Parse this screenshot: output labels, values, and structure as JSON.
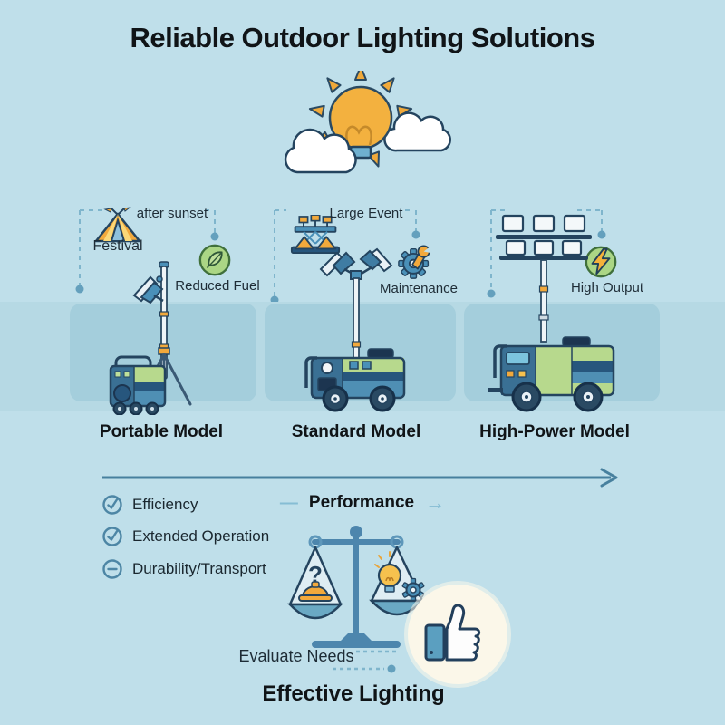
{
  "title": "Reliable Outdoor Lighting Solutions",
  "hero": {
    "icon": "sun-lightbulb-clouds-icon"
  },
  "columns": [
    {
      "model": "Portable Model",
      "use_case": "Festival",
      "timing": "after sunset",
      "benefit": "Reduced Fuel",
      "use_case_icon": "tent-icon",
      "benefit_icon": "leaf-icon",
      "equipment_icon": "tripod-light-small-generator-icon"
    },
    {
      "model": "Standard Model",
      "use_case": "Large Event",
      "benefit": "Maintenance",
      "use_case_icon": "stage-truss-icon",
      "benefit_icon": "gear-wrench-icon",
      "equipment_icon": "dual-head-mast-generator-icon"
    },
    {
      "model": "High-Power Model",
      "benefit": "High Output",
      "benefit_icon": "lightning-icon",
      "equipment_icon": "six-head-light-tower-generator-icon"
    }
  ],
  "axis": {
    "prefix": "—",
    "label": "Performance",
    "suffix": "→"
  },
  "checklist": [
    {
      "label": "Efficiency",
      "state": "check"
    },
    {
      "label": "Extended Operation",
      "state": "check"
    },
    {
      "label": "Durability/Transport",
      "state": "minus"
    }
  ],
  "decision": {
    "question_mark": "?",
    "evaluate_label": "Evaluate Needs",
    "scale_icon": "balance-scale-icon",
    "result_icon": "thumbs-up-icon"
  },
  "footer": {
    "label": "Effective Lighting"
  },
  "colors": {
    "background": "#bfdfea",
    "panel": "#a4cedc",
    "band": "#b6d9e4",
    "navy_outline": "#24445f",
    "steel_blue": "#4a90b8",
    "arrow_blue": "#47809e",
    "dash_blue": "#7fb5cc",
    "orange": "#f2a93c",
    "yellow": "#f6c14e",
    "green": "#abd685",
    "machine_green": "#b7d98d",
    "text": "#18242c",
    "glow": "#fbf7e9"
  }
}
